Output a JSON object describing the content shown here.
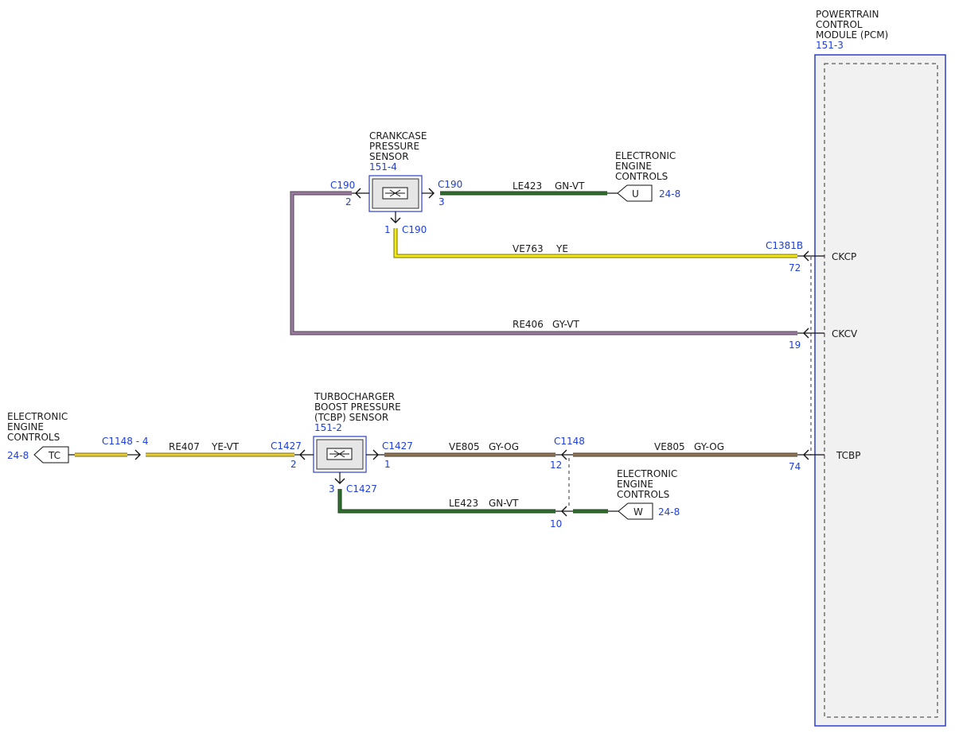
{
  "pcm": {
    "title_lines": [
      "POWERTRAIN",
      "CONTROL",
      "MODULE (PCM)"
    ],
    "ref": "151-3",
    "pins": {
      "ckcp": "CKCP",
      "ckcv": "CKCV",
      "tcbp": "TCBP"
    }
  },
  "crankcase_sensor": {
    "title_lines": [
      "CRANKCASE",
      "PRESSURE",
      "SENSOR"
    ],
    "ref": "151-4"
  },
  "tcbp_sensor": {
    "title_lines": [
      "TURBOCHARGER",
      "BOOST PRESSURE",
      "(TCBP) SENSOR"
    ],
    "ref": "151-2"
  },
  "eec_u": {
    "title_lines": [
      "ELECTRONIC",
      "ENGINE",
      "CONTROLS"
    ],
    "tag": "U",
    "ref": "24-8"
  },
  "eec_w": {
    "title_lines": [
      "ELECTRONIC",
      "ENGINE",
      "CONTROLS"
    ],
    "tag": "W",
    "ref": "24-8"
  },
  "eec_tc": {
    "title_lines": [
      "ELECTRONIC",
      "ENGINE",
      "CONTROLS"
    ],
    "tag": "TC",
    "ref": "24-8"
  },
  "wires": {
    "le423_top": {
      "circuit": "LE423",
      "color": "GN-VT",
      "left_conn": "C190",
      "left_pin": "3"
    },
    "ve763": {
      "circuit": "VE763",
      "color": "YE",
      "sensor_conn": "C190",
      "sensor_pin": "1",
      "pcm_conn": "C1381B",
      "pcm_pin": "72"
    },
    "re406": {
      "circuit": "RE406",
      "color": "GY-VT",
      "sensor_conn": "C190",
      "sensor_pin": "2",
      "pcm_pin": "19"
    },
    "re407": {
      "circuit": "RE407",
      "color": "YE-VT",
      "inline_conn": "C1148 - 4",
      "sensor_conn": "C1427",
      "sensor_pin": "2"
    },
    "ve805_a": {
      "circuit": "VE805",
      "color": "GY-OG",
      "sensor_conn": "C1427",
      "sensor_pin": "1",
      "inline_conn": "C1148",
      "inline_pin": "12"
    },
    "ve805_b": {
      "circuit": "VE805",
      "color": "GY-OG",
      "pcm_pin": "74"
    },
    "le423_bottom": {
      "circuit": "LE423",
      "color": "GN-VT",
      "sensor_conn": "C1427",
      "sensor_pin": "3",
      "inline_pin": "10"
    }
  },
  "colors": {
    "wire_green": "#2f6e2c",
    "wire_yellow": "#f2ea12",
    "wire_grayviolet": "#9a7a9e",
    "wire_yellowviolet": "#e5cf3c",
    "wire_grayorange": "#8e7656",
    "label_blue": "#1f3fd6",
    "module_border": "#2b3fd0",
    "module_fill": "#f1f1f1"
  }
}
